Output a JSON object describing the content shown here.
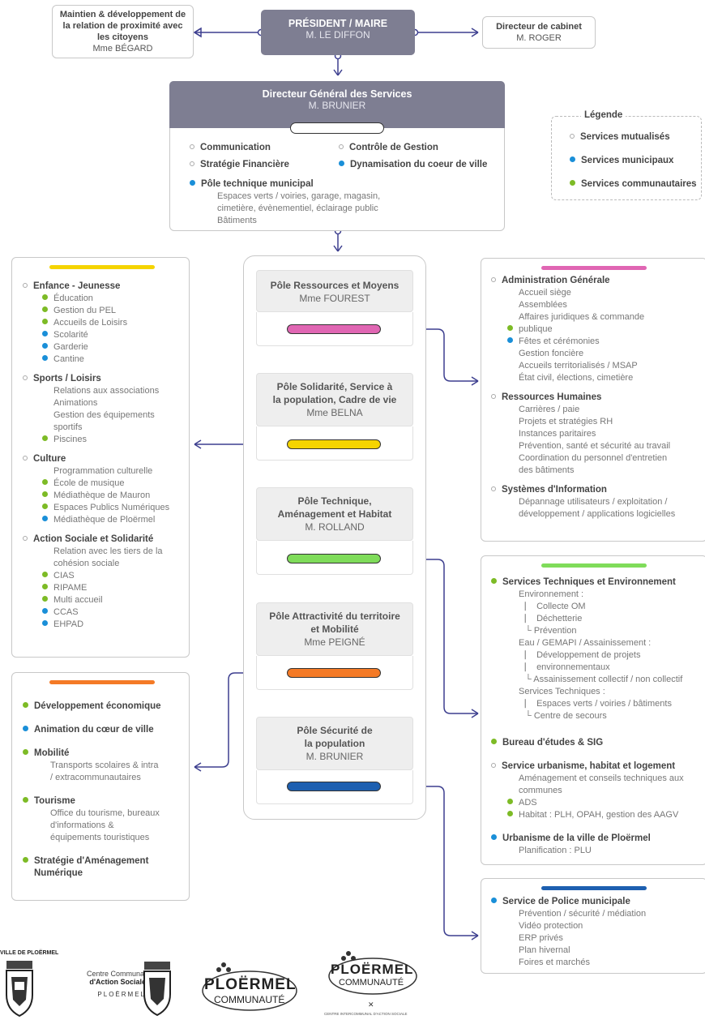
{
  "top": {
    "president_title": "PRÉSIDENT / MAIRE",
    "president_name": "M. LE DIFFON",
    "left_title": "Maintien & développement de la relation de proximité avec les citoyens",
    "left_name": "Mme BÉGARD",
    "right_title": "Directeur de cabinet",
    "right_name": "M. ROGER"
  },
  "dgs": {
    "title": "Directeur Général des Services",
    "name": "M. BRUNIER",
    "items": {
      "communication": "Communication",
      "controle": "Contrôle de Gestion",
      "strategie": "Stratégie Financière",
      "dynamisation": "Dynamisation du coeur de ville",
      "pole_technique": "Pôle technique municipal",
      "pole_technique_desc1": "Espaces verts / voiries, garage, magasin,",
      "pole_technique_desc2": "cimetière, évènementiel, éclairage public",
      "pole_technique_desc3": "Bâtiments"
    }
  },
  "legend": {
    "title": "Légende",
    "mutualises": "Services mutualisés",
    "municipaux": "Services municipaux",
    "communautaires": "Services communautaires"
  },
  "colors": {
    "mutualises": "#ffffff",
    "municipaux": "#1a8fd8",
    "communautaires": "#7dbb26",
    "yellow": "#f5d400",
    "pink": "#e066b3",
    "green": "#7fdc5a",
    "orange": "#f47a26",
    "blue": "#1d5fb0",
    "dark_box": "#7e7e92"
  },
  "poles": [
    {
      "title1": "Pôle Ressources et Moyens",
      "title2": "",
      "title3": "",
      "name": "Mme FOUREST"
    },
    {
      "title1": "Pôle Solidarité, Service à",
      "title2": "la population, Cadre de vie",
      "title3": "",
      "name": "Mme BELNA"
    },
    {
      "title1": "Pôle Technique,",
      "title2": "Aménagement et Habitat",
      "title3": "",
      "name": "M. ROLLAND"
    },
    {
      "title1": "Pôle Attractivité du territoire",
      "title2": "et Mobilité",
      "title3": "",
      "name": "Mme PEIGNÉ"
    },
    {
      "title1": "Pôle Sécurité de",
      "title2": "la population",
      "title3": "",
      "name": "M. BRUNIER"
    }
  ],
  "left_yellow": {
    "enfance": "Enfance - Jeunesse",
    "e1": "Éducation",
    "e2": "Gestion du PEL",
    "e3": "Accueils de Loisirs",
    "e4": "Scolarité",
    "e5": "Garderie",
    "e6": "Cantine",
    "sports": "Sports / Loisirs",
    "s1": "Relations aux associations",
    "s2": "Animations",
    "s3": "Gestion des équipements",
    "s4": "sportifs",
    "s5": "Piscines",
    "culture": "Culture",
    "c1": "Programmation culturelle",
    "c2": "École de musique",
    "c3": "Médiathèque de Mauron",
    "c4": "Espaces Publics Numériques",
    "c5": "Médiathèque de Ploërmel",
    "action": "Action Sociale et Solidarité",
    "a1": "Relation avec les tiers de la",
    "a2": "cohésion sociale",
    "a3": "CIAS",
    "a4": "RIPAME",
    "a5": "Multi accueil",
    "a6": "CCAS",
    "a7": "EHPAD"
  },
  "left_orange": {
    "dev": "Développement économique",
    "anim": "Animation du cœur de ville",
    "mob": "Mobilité",
    "mob1": "Transports scolaires & intra",
    "mob2": "/ extracommunautaires",
    "tour": "Tourisme",
    "tour1": "Office du tourisme, bureaux",
    "tour2": "d'informations &",
    "tour3": "équipements touristiques",
    "strat1": "Stratégie d'Aménagement",
    "strat2": "Numérique"
  },
  "right_pink": {
    "admin": "Administration Générale",
    "ad1": "Accueil siège",
    "ad2": "Assemblées",
    "ad3": "Affaires juridiques & commande",
    "ad4": "publique",
    "ad5": "Fêtes et cérémonies",
    "ad6": "Gestion foncière",
    "ad7": "Accueils territorialisés / MSAP",
    "ad8": "État civil, élections, cimetière",
    "rh": "Ressources Humaines",
    "rh1": "Carrières / paie",
    "rh2": "Projets et stratégies RH",
    "rh3": "Instances paritaires",
    "rh4": "Prévention, santé et sécurité au travail",
    "rh5": "Coordination du personnel d'entretien",
    "rh6": "des bâtiments",
    "si": "Systèmes d'Information",
    "si1": "Dépannage utilisateurs / exploitation /",
    "si2": "développement / applications logicielles"
  },
  "right_green": {
    "ste": "Services Techniques et Environnement",
    "env": "Environnement :",
    "env1": "Collecte OM",
    "env2": "Déchetterie",
    "env3": "Prévention",
    "eau": "Eau / GEMAPI / Assainissement :",
    "eau1": "Développement de projets",
    "eau2": "environnementaux",
    "eau3": "Assainissement collectif / non collectif",
    "st": "Services Techniques :",
    "st1": "Espaces verts / voiries / bâtiments",
    "st2": "Centre de secours",
    "be": "Bureau d'études & SIG",
    "urb": "Service urbanisme, habitat et logement",
    "urb1": "Aménagement et conseils techniques aux",
    "urb2": "communes",
    "urb3": "ADS",
    "urb4": "Habitat : PLH, OPAH, gestion des AAGV",
    "urbp": "Urbanisme de la ville de Ploërmel",
    "urbp1": "Planification : PLU"
  },
  "right_blue": {
    "police": "Service de Police municipale",
    "p1": "Prévention / sécurité / médiation",
    "p2": "Vidéo protection",
    "p3": "ERP privés",
    "p4": "Plan hivernal",
    "p5": "Foires et marchés"
  },
  "logos": {
    "ville": "VILLE DE PLOËRMEL",
    "ccas1": "Centre Communal",
    "ccas2": "d'Action Sociale",
    "ccas3": "PLOËRMEL",
    "pc1": "PLOËRMEL",
    "pc2": "COMMUNAUTÉ",
    "cias": "CENTRE INTERCOMMUNAL D'ACTION SOCIALE"
  }
}
